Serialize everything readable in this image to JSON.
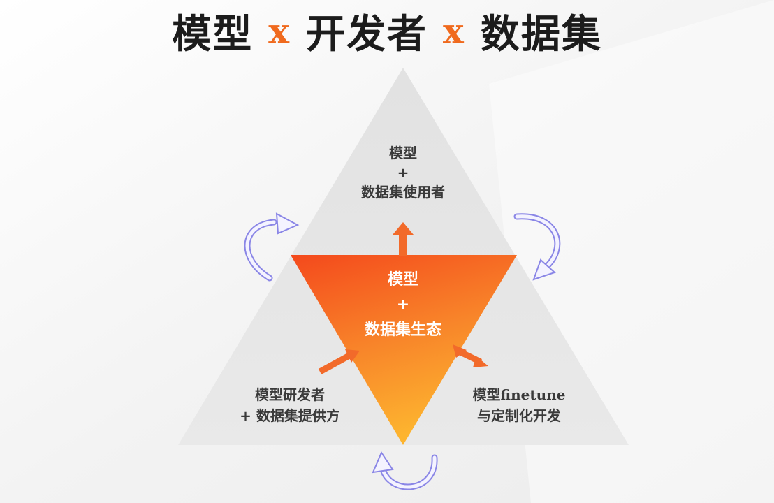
{
  "title": {
    "part1": "模型",
    "sep1": "x",
    "part2": "开发者",
    "sep2": "x",
    "part3": "数据集"
  },
  "top": {
    "line1": "模型",
    "line2": "+",
    "line3": "数据集使用者"
  },
  "center": {
    "line1": "模型",
    "line2": "+",
    "line3": "数据集生态"
  },
  "left": {
    "line1": "模型研发者",
    "line2": "+ 数据集提供方"
  },
  "right": {
    "line1": "模型finetune",
    "line2": "与定制化开发"
  },
  "colors": {
    "accent": "#f06a1e",
    "triangle_gray": "#e6e6e6",
    "orange_top": "#f5501e",
    "orange_bottom": "#fdb22e",
    "cycle_arrow": "#8a86e6"
  }
}
